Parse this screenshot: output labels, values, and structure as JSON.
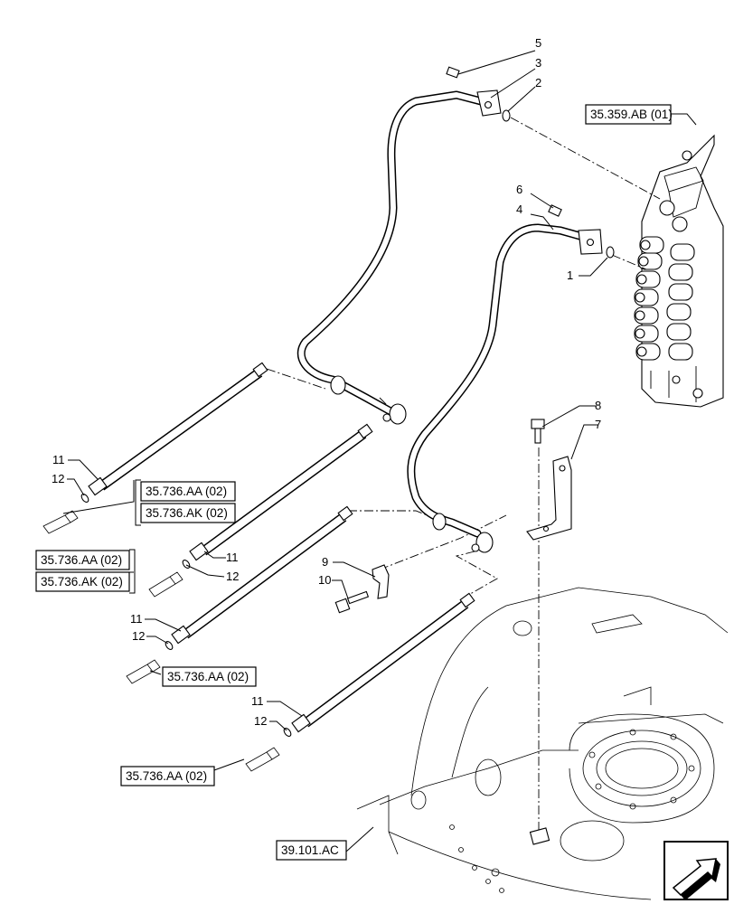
{
  "callouts": {
    "n5": "5",
    "n3": "3",
    "n2": "2",
    "n6": "6",
    "n4": "4",
    "n1": "1",
    "n8": "8",
    "n7": "7",
    "n9": "9",
    "n10": "10",
    "n11a": "11",
    "n12a": "12",
    "n11b": "11",
    "n12b": "12",
    "n11c": "11",
    "n12c": "12",
    "n11d": "11",
    "n12d": "12"
  },
  "references": {
    "valve_ref": "35.359.AB (01)",
    "hose1_ref_a": "35.736.AA (02)",
    "hose1_ref_b": "35.736.AK (02)",
    "hose2_ref_a": "35.736.AA (02)",
    "hose2_ref_b": "35.736.AK (02)",
    "hose3_ref": "35.736.AA (02)",
    "hose4_ref": "35.736.AA (02)",
    "frame_ref": "39.101.AC"
  },
  "icons": {
    "corner": "next-page-arrow-icon"
  }
}
